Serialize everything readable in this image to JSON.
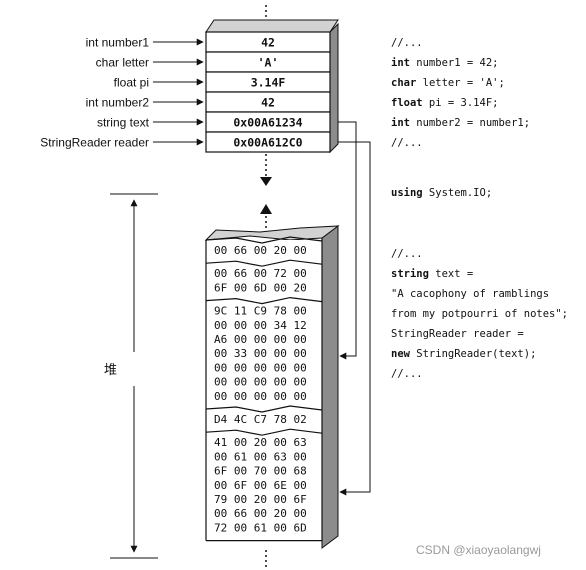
{
  "stack": {
    "rows": [
      {
        "label": "int number1",
        "value": "42"
      },
      {
        "label": "char letter",
        "value": "'A'"
      },
      {
        "label": "float pi",
        "value": "3.14F"
      },
      {
        "label": "int number2",
        "value": "42"
      },
      {
        "label": "string text",
        "value": "0x00A61234"
      },
      {
        "label": "StringReader reader",
        "value": "0x00A612C0"
      }
    ]
  },
  "heap": {
    "label": "堆",
    "blocks": [
      [
        "00 66 00 20 00"
      ],
      [
        "00 66 00 72 00",
        "6F 00 6D 00 20"
      ],
      [
        "9C 11 C9 78 00",
        "00 00 00 34 12",
        "A6 00 00 00 00",
        "00 33 00 00 00",
        "00 00 00 00 00",
        "00 00 00 00 00",
        "00 00 00 00 00"
      ],
      [
        "D4 4C C7 78 02"
      ],
      [
        "41 00 20 00 63",
        "00 61 00 63 00",
        "6F 00 70 00 68",
        "00 6F 00 6E 00",
        "79 00 20 00 6F",
        "00 66 00 20 00",
        "72 00 61 00 6D"
      ]
    ]
  },
  "code": {
    "block1": [
      [
        {
          "t": "//..."
        }
      ],
      [
        {
          "t": "int",
          "k": true
        },
        {
          "t": " number1 = 42;"
        }
      ],
      [
        {
          "t": "char",
          "k": true
        },
        {
          "t": " letter = 'A';"
        }
      ],
      [
        {
          "t": "float",
          "k": true
        },
        {
          "t": " pi = 3.14F;"
        }
      ],
      [
        {
          "t": "int",
          "k": true
        },
        {
          "t": " number2 = number1;"
        }
      ],
      [
        {
          "t": "//..."
        }
      ]
    ],
    "block2": [
      [
        {
          "t": "using",
          "k": true
        },
        {
          "t": " System.IO;"
        }
      ]
    ],
    "block3": [
      [
        {
          "t": "//..."
        }
      ],
      [
        {
          "t": "string",
          "k": true
        },
        {
          "t": " text ="
        }
      ],
      [
        {
          "t": "\"A cacophony of ramblings"
        }
      ],
      [
        {
          "t": "from my potpourri of notes\";"
        }
      ],
      [
        {
          "t": "StringReader reader ="
        }
      ],
      [
        {
          "t": "    "
        },
        {
          "t": "new",
          "k": true
        },
        {
          "t": " StringReader(text);"
        }
      ],
      [
        {
          "t": "    //..."
        }
      ]
    ]
  },
  "watermark": "CSDN @xiaoyaolangwj"
}
